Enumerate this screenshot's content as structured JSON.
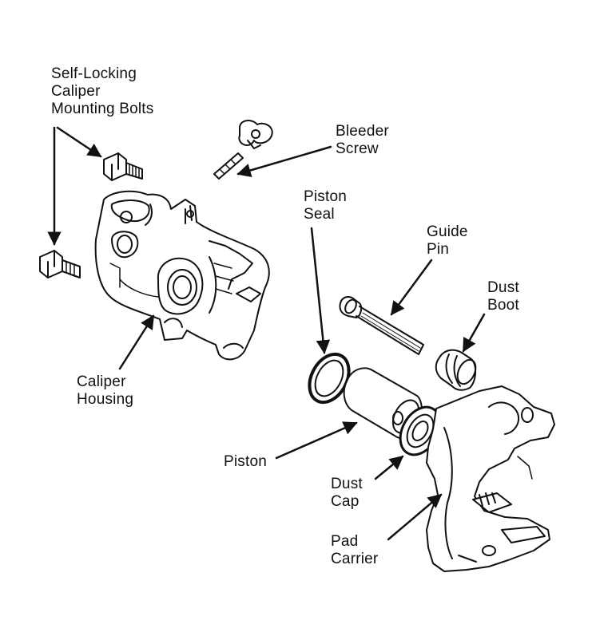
{
  "labels": {
    "bolts": [
      "Self-Locking",
      "Caliper",
      "Mounting Bolts"
    ],
    "bleeder": [
      "Bleeder",
      "Screw"
    ],
    "piston_seal": [
      "Piston",
      "Seal"
    ],
    "guide_pin": [
      "Guide",
      "Pin"
    ],
    "dust_boot": [
      "Dust",
      "Boot"
    ],
    "housing": [
      "Caliper",
      "Housing"
    ],
    "piston": [
      "Piston"
    ],
    "dust_cap": [
      "Dust",
      "Cap"
    ],
    "pad_carrier": [
      "Pad",
      "Carrier"
    ]
  },
  "colors": {
    "ink": "#111111",
    "paper": "#ffffff"
  }
}
